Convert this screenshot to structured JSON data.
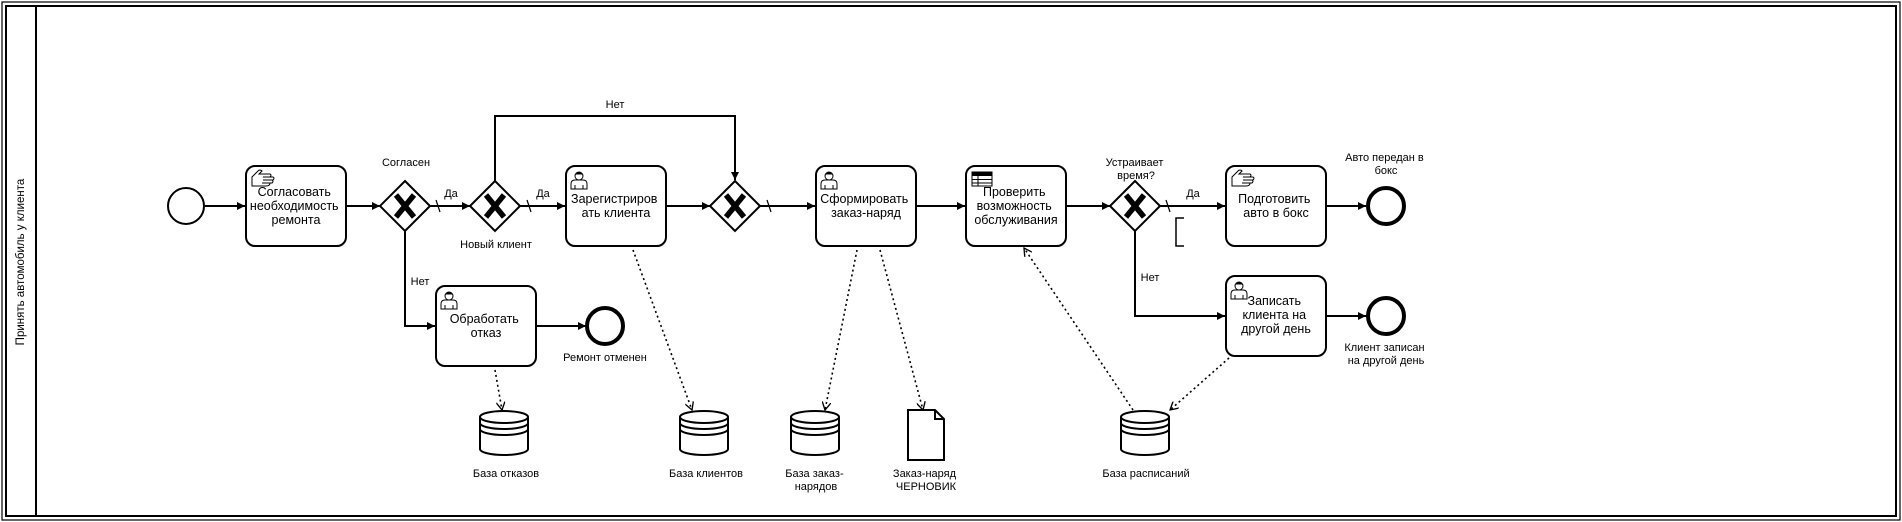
{
  "pool": {
    "title": "Принять автомобиль у клиента"
  },
  "tasks": {
    "agree_repair": [
      "Согласовать",
      "необходимость",
      "ремонта"
    ],
    "handle_refusal": [
      "Обработать",
      "отказ"
    ],
    "register_client": [
      "Зарегистриров",
      "ать клиента"
    ],
    "create_order": [
      "Сформировать",
      "заказ-наряд"
    ],
    "check_service": [
      "Проверить",
      "возможность",
      "обслуживания"
    ],
    "prepare_car": [
      "Подготовить",
      "авто в бокс"
    ],
    "reschedule": [
      "Записать",
      "клиента на",
      "другой день"
    ]
  },
  "gateways": {
    "agreed": "Согласен",
    "new_client": "Новый клиент",
    "time_ok": [
      "Устраивает",
      "время?"
    ]
  },
  "flows": {
    "yes": "Да",
    "no": "Нет"
  },
  "events": {
    "repair_cancelled": "Ремонт отменен",
    "car_in_box": [
      "Авто передан в",
      "бокс"
    ],
    "client_rescheduled": [
      "Клиент записан",
      "на другой день"
    ]
  },
  "data_stores": {
    "refusals_db": "База отказов",
    "clients_db": "База клиентов",
    "orders_db": [
      "База заказ-",
      "нарядов"
    ],
    "schedule_db": "База расписаний"
  },
  "data_objects": {
    "order_draft": [
      "Заказ-наряд",
      "ЧЕРНОВИК"
    ]
  },
  "icons": {
    "manual_task": "hand-icon",
    "user_task": "user-icon",
    "business_rule_task": "table-icon",
    "exclusive_gateway": "x-icon"
  }
}
